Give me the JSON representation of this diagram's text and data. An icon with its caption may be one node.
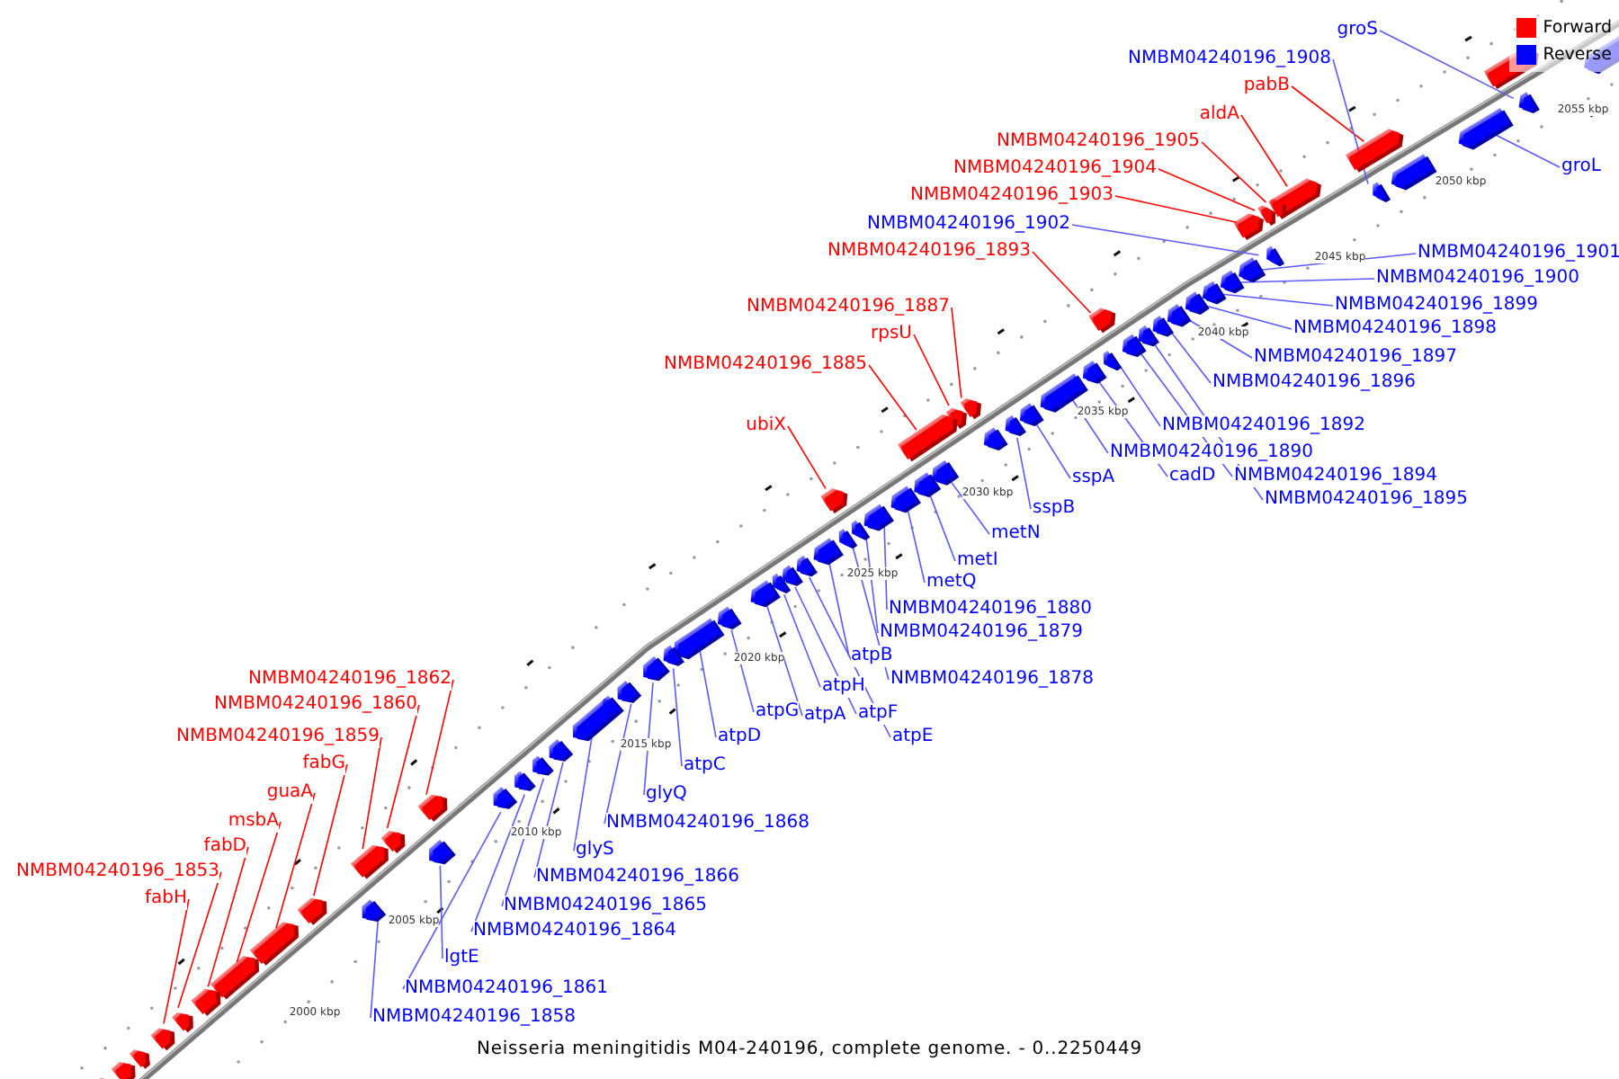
{
  "diagram": {
    "caption": "Neisseria meningitidis M04-240196, complete genome. - 0..2250449",
    "nodes": [
      {
        "text": [
          "pabB"
        ]
      },
      {
        "text": [
          "aldA"
        ]
      },
      {
        "text": [
          "NMBM04240196_1905"
        ]
      },
      {
        "text": [
          "NMBM04240196_1904"
        ]
      },
      {
        "text": [
          "NMBM04240196_1903"
        ]
      },
      {
        "text": [
          "NMBM04240196_1893"
        ]
      },
      {
        "text": [
          "NMBM04240196_1887"
        ]
      },
      {
        "text": [
          "rpsU"
        ]
      },
      {
        "text": [
          "NMBM04240196_1885"
        ]
      },
      {
        "text": [
          "ubiX"
        ]
      },
      {
        "text": [
          "NMBM04240196_1862"
        ]
      },
      {
        "text": [
          "NMBM04240196_1860"
        ]
      },
      {
        "text": [
          "NMBM04240196_1859"
        ]
      },
      {
        "text": [
          "fabG"
        ]
      },
      {
        "text": [
          "guaA"
        ]
      },
      {
        "text": [
          "msbA"
        ]
      },
      {
        "text": [
          "fabD"
        ]
      },
      {
        "text": [
          "NMBM04240196_1853"
        ]
      },
      {
        "text": [
          "fabH"
        ]
      },
      {
        "text": [
          "groS"
        ]
      },
      {
        "text": [
          "NMBM04240196_1908"
        ]
      },
      {
        "text": [
          "groL"
        ]
      },
      {
        "text": [
          "NMBM04240196_1902"
        ]
      },
      {
        "text": [
          "NMBM04240196_1901"
        ]
      },
      {
        "text": [
          "NMBM04240196_1900"
        ]
      },
      {
        "text": [
          "NMBM04240196_1899"
        ]
      },
      {
        "text": [
          "NMBM04240196_1898"
        ]
      },
      {
        "text": [
          "NMBM04240196_1897"
        ]
      },
      {
        "text": [
          "NMBM04240196_1896"
        ]
      },
      {
        "text": [
          "NMBM04240196_1892"
        ]
      },
      {
        "text": [
          "NMBM04240196_1890"
        ]
      },
      {
        "text": [
          "cadD"
        ]
      },
      {
        "text": [
          "NMBM04240196_1894"
        ]
      },
      {
        "text": [
          "NMBM04240196_1895"
        ]
      },
      {
        "text": [
          "sspA"
        ]
      },
      {
        "text": [
          "sspB"
        ]
      },
      {
        "text": [
          "metN"
        ]
      },
      {
        "text": [
          "metI"
        ]
      },
      {
        "text": [
          "metQ"
        ]
      },
      {
        "text": [
          "NMBM04240196_1880"
        ]
      },
      {
        "text": [
          "NMBM04240196_1879"
        ]
      },
      {
        "text": [
          "atpB"
        ]
      },
      {
        "text": [
          "NMBM04240196_1878"
        ]
      },
      {
        "text": [
          "atpH"
        ]
      },
      {
        "text": [
          "atpG"
        ]
      },
      {
        "text": [
          "atpA"
        ]
      },
      {
        "text": [
          "atpF"
        ]
      },
      {
        "text": [
          "atpE"
        ]
      },
      {
        "text": [
          "atpD"
        ]
      },
      {
        "text": [
          "atpC"
        ]
      },
      {
        "text": [
          "glyQ"
        ]
      },
      {
        "text": [
          "NMBM04240196_1868"
        ]
      },
      {
        "text": [
          "glyS"
        ]
      },
      {
        "text": [
          "NMBM04240196_1866"
        ]
      },
      {
        "text": [
          "NMBM04240196_1865"
        ]
      },
      {
        "text": [
          "NMBM04240196_1864"
        ]
      },
      {
        "text": [
          "lgtE"
        ]
      },
      {
        "text": [
          "NMBM04240196_1861"
        ]
      },
      {
        "text": [
          "NMBM04240196_1858"
        ]
      },
      {
        "text": [],
        "shape": "arrow"
      },
      {
        "text": [],
        "shape": "arrow"
      },
      {
        "text": [],
        "shape": "arrow"
      },
      {
        "text": [],
        "shape": "arrow"
      },
      {
        "text": [],
        "shape": "arrow"
      },
      {
        "text": [],
        "shape": "arrow"
      },
      {
        "text": [],
        "shape": "arrow"
      },
      {
        "text": [],
        "shape": "arrow"
      },
      {
        "text": [],
        "shape": "arrow"
      },
      {
        "text": [],
        "shape": "arrow"
      },
      {
        "text": [],
        "shape": "arrow"
      },
      {
        "text": [],
        "shape": "arrow"
      },
      {
        "text": [],
        "shape": "arrow"
      },
      {
        "text": [],
        "shape": "arrow"
      },
      {
        "text": [],
        "shape": "arrow"
      },
      {
        "text": [],
        "shape": "arrow"
      },
      {
        "text": [],
        "shape": "arrow"
      },
      {
        "text": [],
        "shape": "arrow"
      },
      {
        "text": [],
        "shape": "arrow"
      },
      {
        "text": [],
        "shape": "arrow"
      },
      {
        "text": [],
        "shape": "arrow"
      },
      {
        "text": [],
        "shape": "arrow"
      },
      {
        "text": [],
        "shape": "arrow"
      },
      {
        "text": [],
        "shape": "arrow"
      },
      {
        "text": [],
        "shape": "arrow"
      },
      {
        "text": [],
        "shape": "arrow"
      },
      {
        "text": [],
        "shape": "arrow"
      },
      {
        "text": [],
        "shape": "arrow"
      },
      {
        "text": [],
        "shape": "arrow"
      },
      {
        "text": [],
        "shape": "arrow"
      },
      {
        "text": [],
        "shape": "arrow"
      },
      {
        "text": [],
        "shape": "arrow"
      },
      {
        "text": [],
        "shape": "arrow"
      },
      {
        "text": [],
        "shape": "arrow"
      },
      {
        "text": [],
        "shape": "arrow"
      },
      {
        "text": [],
        "shape": "arrow"
      },
      {
        "text": [],
        "shape": "arrow"
      },
      {
        "text": [],
        "shape": "arrow"
      },
      {
        "text": [],
        "shape": "arrow"
      },
      {
        "text": [],
        "shape": "arrow"
      },
      {
        "text": [],
        "shape": "arrow"
      },
      {
        "text": [],
        "shape": "arrow"
      },
      {
        "text": [],
        "shape": "arrow"
      },
      {
        "text": [],
        "shape": "arrow"
      },
      {
        "text": [],
        "shape": "arrow"
      },
      {
        "text": [],
        "shape": "arrow"
      },
      {
        "text": [],
        "shape": "arrow"
      },
      {
        "text": [],
        "shape": "arrow"
      },
      {
        "text": [],
        "shape": "arrow"
      },
      {
        "text": [],
        "shape": "arrow"
      },
      {
        "text": [],
        "shape": "arrow"
      },
      {
        "text": [],
        "shape": "arrow"
      },
      {
        "text": [],
        "shape": "arrow"
      },
      {
        "text": [],
        "shape": "arrow"
      },
      {
        "text": [],
        "shape": "arrow"
      },
      {
        "text": [],
        "shape": "arrow"
      },
      {
        "text": [],
        "shape": "arrow"
      },
      {
        "text": [],
        "shape": "arrow"
      },
      {
        "text": [],
        "shape": "arrow"
      },
      {
        "text": [],
        "shape": "arrow"
      },
      {
        "text": [],
        "shape": "arrow"
      },
      {
        "text": [],
        "shape": "arrow"
      },
      {
        "text": [],
        "shape": "arrow"
      },
      {
        "text": [],
        "shape": "arrow"
      },
      {
        "text": [],
        "shape": "arrow"
      },
      {
        "text": [],
        "shape": "arrow"
      },
      {
        "text": [],
        "shape": "arrow"
      }
    ],
    "edges": [
      {
        "from": 0,
        "to": 59,
        "arrow": "none",
        "color": "#ff0000"
      },
      {
        "from": 1,
        "to": 60,
        "arrow": "none",
        "color": "#ff0000"
      },
      {
        "from": 2,
        "to": 61,
        "arrow": "none",
        "color": "#ff0000"
      },
      {
        "from": 3,
        "to": 62,
        "arrow": "none",
        "color": "#ff0000"
      },
      {
        "from": 4,
        "to": 63,
        "arrow": "none",
        "color": "#ff0000"
      },
      {
        "from": 5,
        "to": 64,
        "arrow": "none",
        "color": "#ff0000"
      },
      {
        "from": 6,
        "to": 65,
        "arrow": "none",
        "color": "#ff0000"
      },
      {
        "from": 7,
        "to": 66,
        "arrow": "none",
        "color": "#ff0000"
      },
      {
        "from": 8,
        "to": 67,
        "arrow": "none",
        "color": "#ff0000"
      },
      {
        "from": 9,
        "to": 68,
        "arrow": "none",
        "color": "#ff0000"
      },
      {
        "from": 10,
        "to": 69,
        "arrow": "none",
        "color": "#ff0000"
      },
      {
        "from": 11,
        "to": 70,
        "arrow": "none",
        "color": "#ff0000"
      },
      {
        "from": 12,
        "to": 71,
        "arrow": "none",
        "color": "#ff0000"
      },
      {
        "from": 13,
        "to": 72,
        "arrow": "none",
        "color": "#ff0000"
      },
      {
        "from": 14,
        "to": 73,
        "arrow": "none",
        "color": "#ff0000"
      },
      {
        "from": 15,
        "to": 74,
        "arrow": "none",
        "color": "#ff0000"
      },
      {
        "from": 16,
        "to": 75,
        "arrow": "none",
        "color": "#ff0000"
      },
      {
        "from": 17,
        "to": 76,
        "arrow": "none",
        "color": "#ff0000"
      },
      {
        "from": 18,
        "to": 77,
        "arrow": "none",
        "color": "#ff0000"
      },
      {
        "from": 19,
        "to": 78,
        "arrow": "none"
      },
      {
        "from": 20,
        "to": 79,
        "arrow": "none"
      },
      {
        "from": 21,
        "to": 80,
        "arrow": "none"
      },
      {
        "from": 22,
        "to": 81,
        "arrow": "none"
      },
      {
        "from": 23,
        "to": 82,
        "arrow": "none"
      },
      {
        "from": 24,
        "to": 83,
        "arrow": "none"
      },
      {
        "from": 25,
        "to": 84,
        "arrow": "none"
      },
      {
        "from": 26,
        "to": 85,
        "arrow": "none"
      },
      {
        "from": 27,
        "to": 86,
        "arrow": "none"
      },
      {
        "from": 28,
        "to": 87,
        "arrow": "none"
      },
      {
        "from": 29,
        "to": 88,
        "arrow": "none"
      },
      {
        "from": 30,
        "to": 89,
        "arrow": "none"
      },
      {
        "from": 31,
        "to": 90,
        "arrow": "none"
      },
      {
        "from": 32,
        "to": 91,
        "arrow": "none"
      },
      {
        "from": 33,
        "to": 92,
        "arrow": "none"
      },
      {
        "from": 34,
        "to": 93,
        "arrow": "none"
      },
      {
        "from": 35,
        "to": 94,
        "arrow": "none"
      },
      {
        "from": 36,
        "to": 95,
        "arrow": "none"
      },
      {
        "from": 37,
        "to": 96,
        "arrow": "none"
      },
      {
        "from": 38,
        "to": 97,
        "arrow": "none"
      },
      {
        "from": 39,
        "to": 98,
        "arrow": "none"
      },
      {
        "from": 40,
        "to": 99,
        "arrow": "none"
      },
      {
        "from": 41,
        "to": 100,
        "arrow": "none"
      },
      {
        "from": 42,
        "to": 101,
        "arrow": "none"
      },
      {
        "from": 43,
        "to": 102,
        "arrow": "none"
      },
      {
        "from": 44,
        "to": 103,
        "arrow": "none"
      },
      {
        "from": 45,
        "to": 104,
        "arrow": "none"
      },
      {
        "from": 46,
        "to": 105,
        "arrow": "none"
      },
      {
        "from": 47,
        "to": 106,
        "arrow": "none"
      },
      {
        "from": 48,
        "to": 107,
        "arrow": "none"
      },
      {
        "from": 49,
        "to": 108,
        "arrow": "none"
      },
      {
        "from": 50,
        "to": 109,
        "arrow": "none"
      },
      {
        "from": 51,
        "to": 110,
        "arrow": "none"
      },
      {
        "from": 52,
        "to": 111,
        "arrow": "none"
      },
      {
        "from": 53,
        "to": 112,
        "arrow": "none"
      },
      {
        "from": 54,
        "to": 113,
        "arrow": "none"
      },
      {
        "from": 55,
        "to": 114,
        "arrow": "none"
      },
      {
        "from": 56,
        "to": 115,
        "arrow": "none"
      },
      {
        "from": 57,
        "to": 116,
        "arrow": "none"
      },
      {
        "from": 58,
        "to": 117,
        "arrow": "none"
      }
    ],
    "labels": [
      "2055 kbp",
      "2050 kbp",
      "2045 kbp",
      "2040 kbp",
      "2035 kbp",
      "2030 kbp",
      "2025 kbp",
      "2020 kbp",
      "2015 kbp",
      "2010 kbp",
      "2005 kbp",
      "2000 kbp"
    ],
    "legend": [
      {
        "text": "Forward",
        "color": "#ff0000"
      },
      {
        "text": "Reverse",
        "color": "#0000ff"
      }
    ]
  }
}
